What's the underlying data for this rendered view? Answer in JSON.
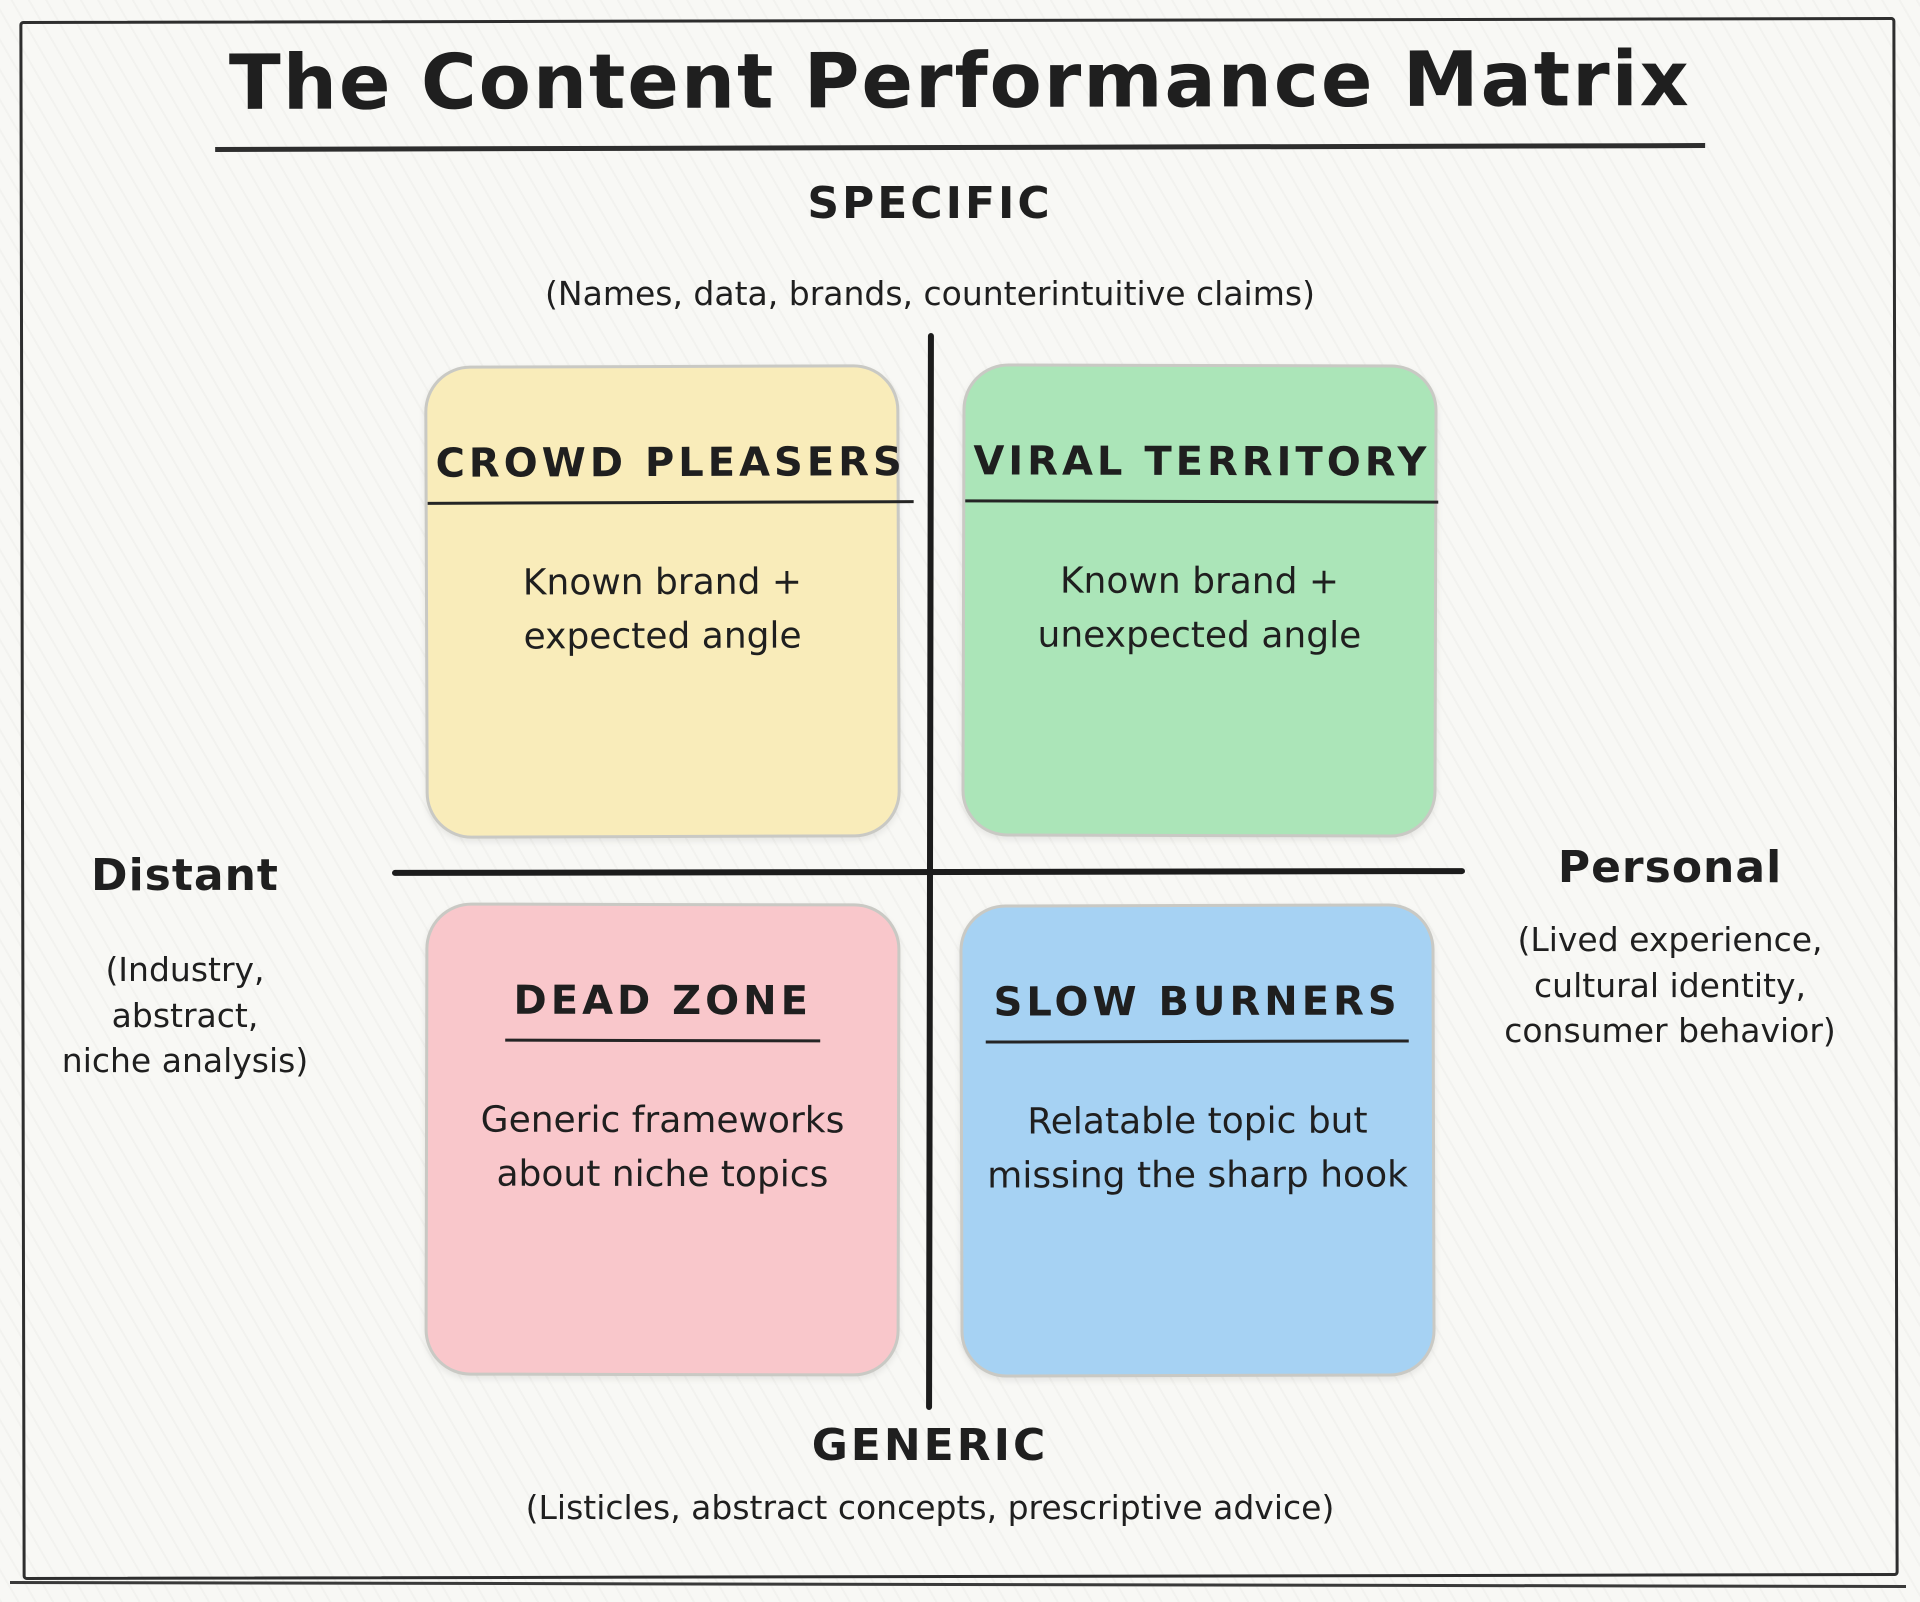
{
  "title": "The Content Performance Matrix",
  "axes": {
    "top": {
      "label": "SPECIFIC",
      "description": "(Names, data, brands, counterintuitive claims)"
    },
    "bottom": {
      "label": "GENERIC",
      "description": "(Listicles, abstract concepts, prescriptive advice)"
    },
    "left": {
      "label": "Distant",
      "description": "(Industry, abstract,\nniche analysis)"
    },
    "right": {
      "label": "Personal",
      "description": "(Lived experience,\ncultural identity,\nconsumer behavior)"
    }
  },
  "quadrants": {
    "top_left": {
      "title": "CROWD PLEASERS",
      "body": "Known brand +\nexpected angle",
      "bg": "#f9ecba"
    },
    "top_right": {
      "title": "VIRAL TERRITORY",
      "body": "Known brand +\nunexpected angle",
      "bg": "#abe5b8"
    },
    "bottom_left": {
      "title": "DEAD ZONE",
      "body": "Generic frameworks\nabout niche topics",
      "bg": "#f9c7cb"
    },
    "bottom_right": {
      "title": "SLOW BURNERS",
      "body": "Relatable topic but\nmissing the sharp hook",
      "bg": "#a6d2f3"
    }
  },
  "colors": {
    "background": "#f8f8f5",
    "frame": "#2e2e2e",
    "axis_line": "#1c1c1c",
    "text": "#1f1f1f",
    "box_border": "#c9c9c4"
  }
}
